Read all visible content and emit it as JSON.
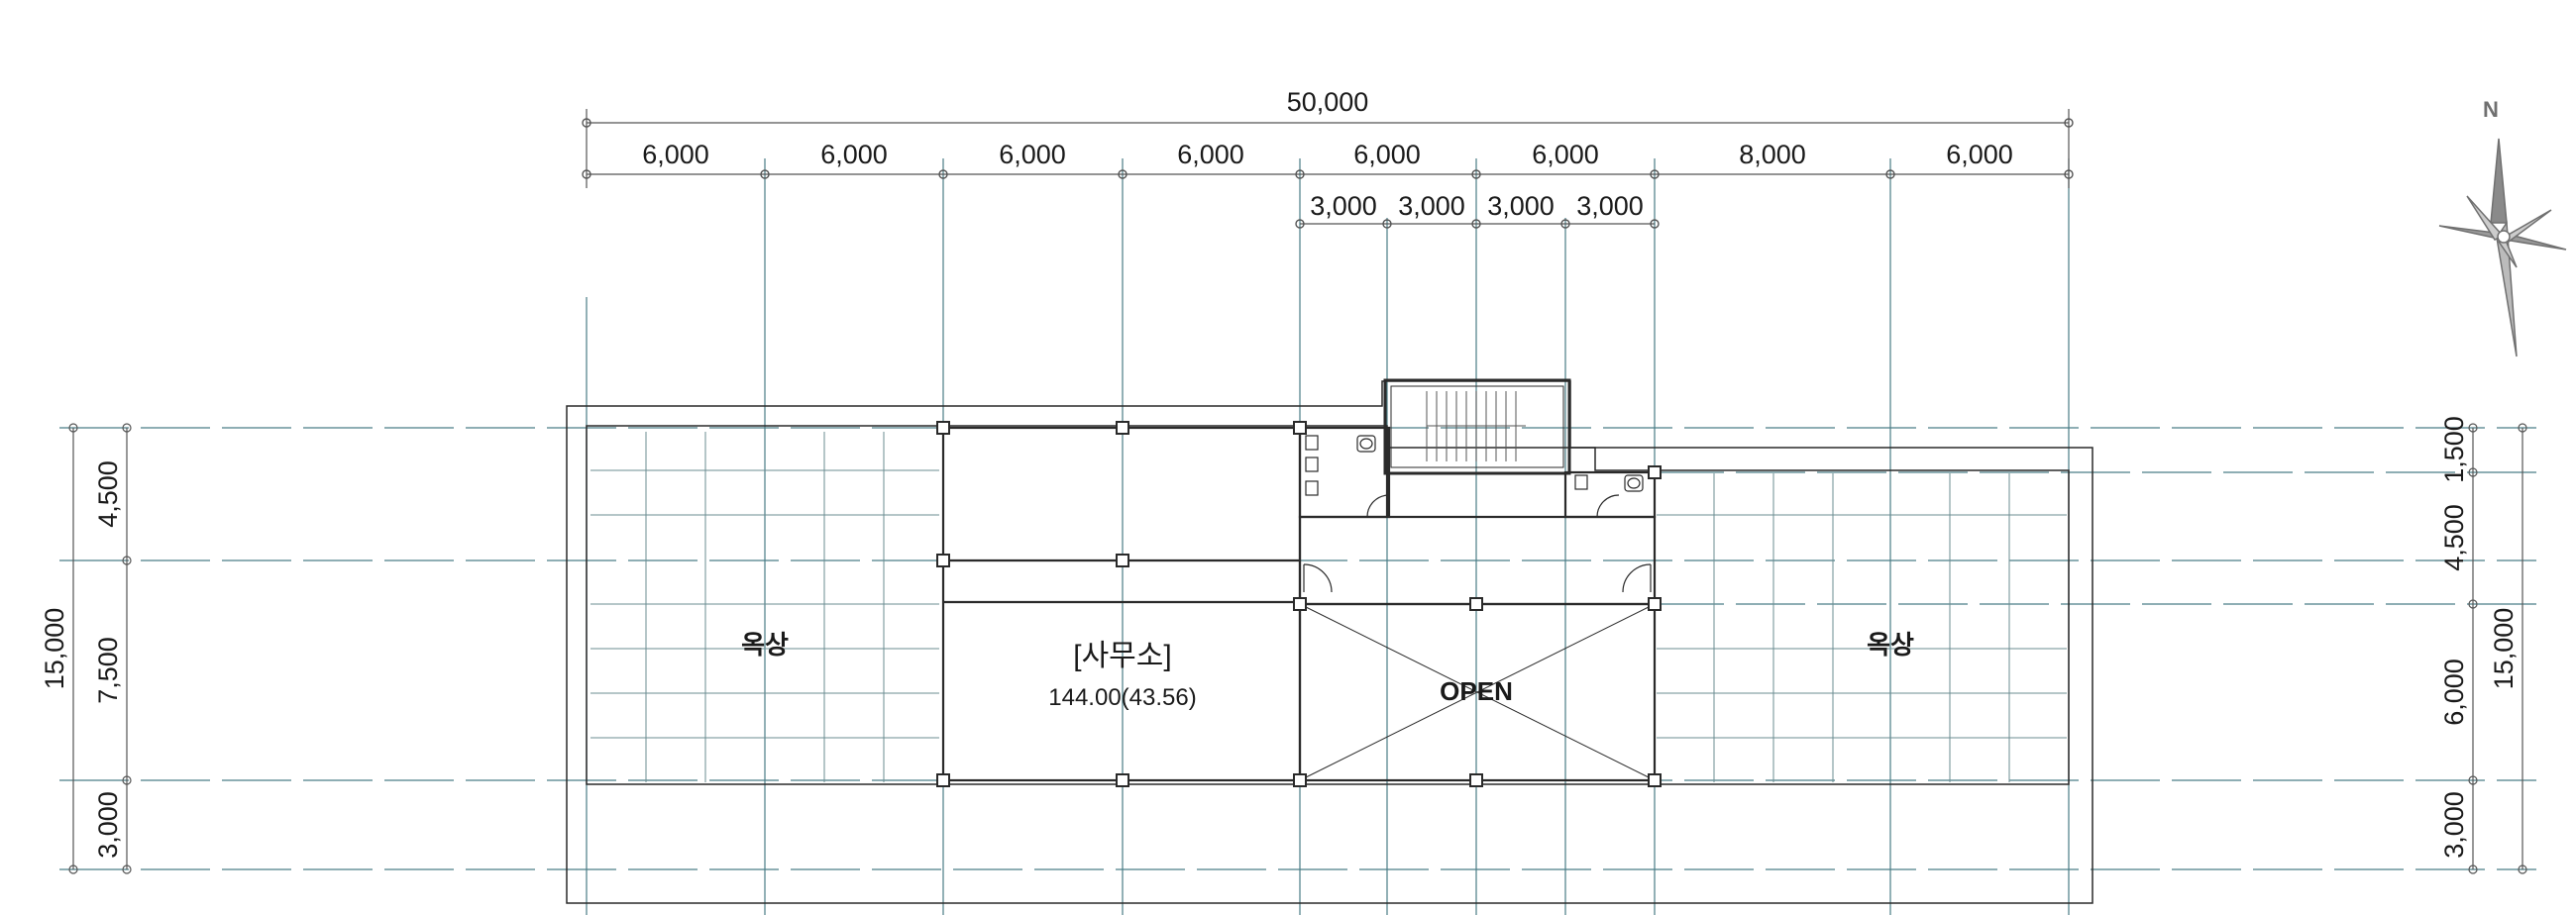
{
  "drawing": {
    "total_width_dim": "50,000",
    "bay_dims": [
      "6,000",
      "6,000",
      "6,000",
      "6,000",
      "6,000",
      "6,000",
      "8,000",
      "6,000"
    ],
    "sub_bay_dims": [
      "3,000",
      "3,000",
      "3,000",
      "3,000"
    ],
    "left_dims": [
      "4,500",
      "7,500",
      "3,000"
    ],
    "left_total": "15,000",
    "right_dims": [
      "1,500",
      "4,500",
      "6,000",
      "3,000"
    ],
    "right_total": "15,000",
    "compass_label": "N"
  },
  "rooms": {
    "rooftop_left": "옥상",
    "rooftop_right": "옥상",
    "office_name": "[사무소]",
    "office_area": "144.00(43.56)",
    "open_label": "OPEN"
  },
  "colors": {
    "grid_line": "#4a7d86",
    "wall": "#2a2a2a",
    "dim_line": "#555555",
    "compass": "#707070"
  }
}
